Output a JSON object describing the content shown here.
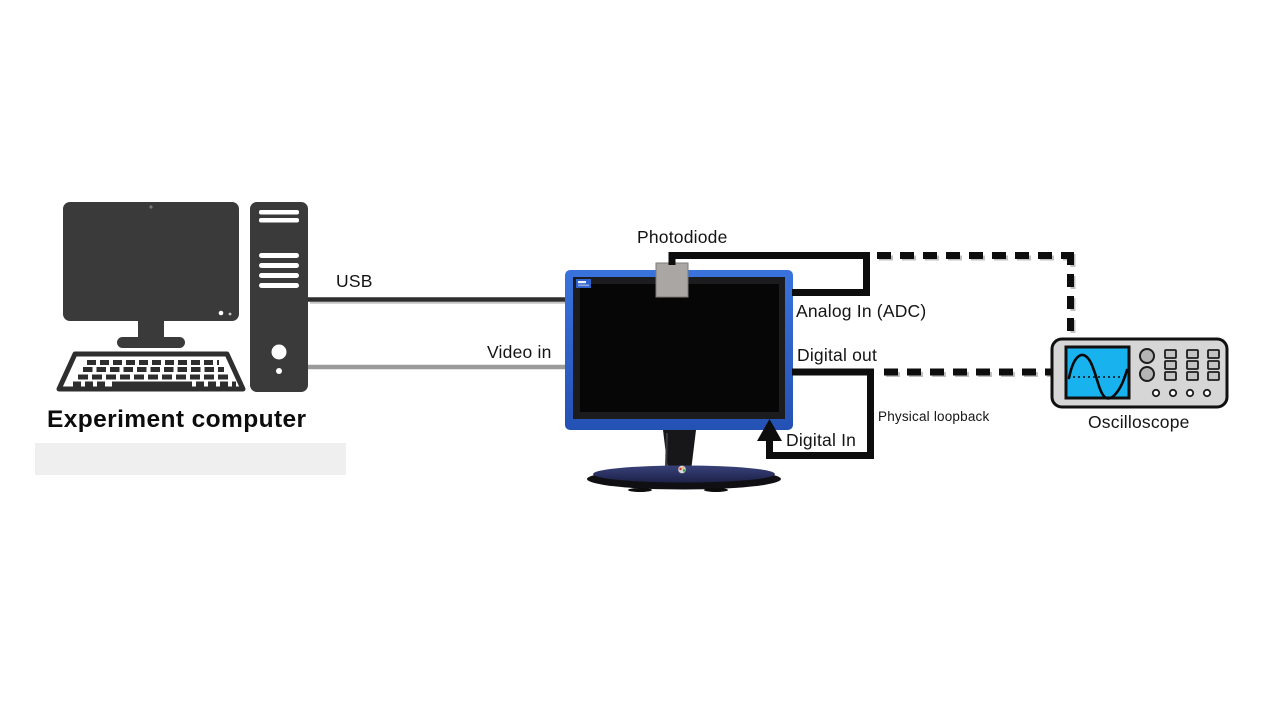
{
  "labels": {
    "usb": "USB",
    "video_in": "Video in",
    "experiment_computer": "Experiment computer",
    "photodiode": "Photodiode",
    "analog_in": "Analog In (ADC)",
    "digital_out": "Digital out",
    "digital_in": "Digital In",
    "physical_loopback": "Physical loopback",
    "oscilloscope": "Oscilloscope"
  },
  "colors": {
    "computer_icon_dark": "#3a3a3a",
    "usb_line": "#2e2e2e",
    "video_line_gray": "#9b9b9b",
    "highlight_box_gray": "#efefef",
    "monitor_frame_blue": "#2f66cc",
    "monitor_bezel": "#1c1c1e",
    "screen_black": "#060606",
    "photodiode_gray": "#a9a6a3",
    "wire_black": "#0d0d0d",
    "wire_shadow_gray": "#c0c0c0",
    "scope_body_gray": "#d6d6d6",
    "scope_screen_cyan": "#18b2ef",
    "scope_knob_gray": "#b5b5b5",
    "scope_button_gray": "#c3c3c3"
  },
  "icons": {
    "desktop_computer": "desktop-computer-icon",
    "display_monitor": "display-monitor-icon",
    "photodiode_sensor": "photodiode-sensor-icon",
    "oscilloscope_device": "oscilloscope-icon",
    "sine_wave": "sine-wave-icon",
    "arrow_up": "arrow-up-icon"
  }
}
